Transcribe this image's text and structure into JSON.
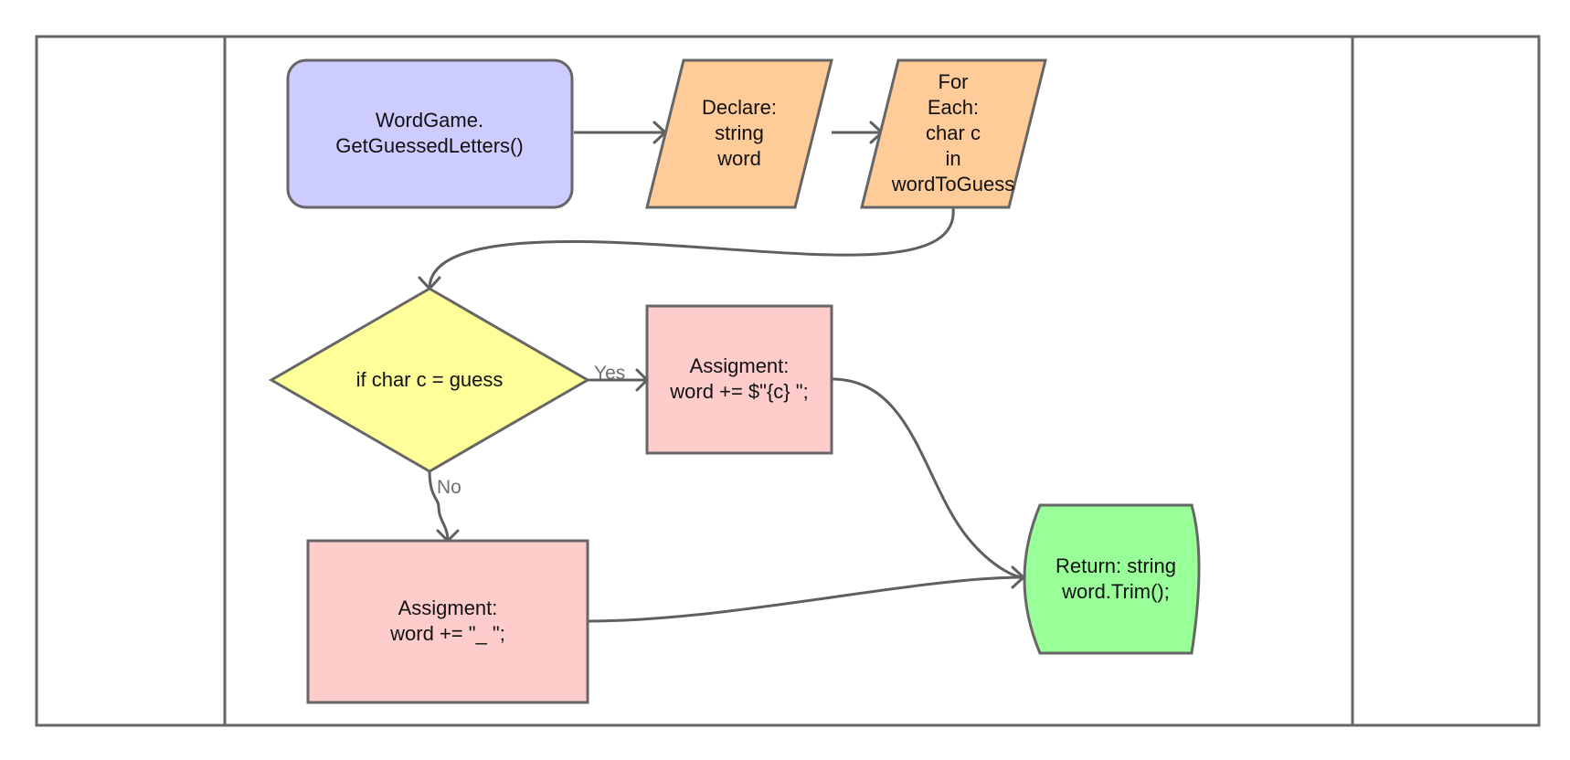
{
  "diagram": {
    "colors": {
      "start": "#ccccff",
      "io": "#ffcc99",
      "decision": "#ffff99",
      "process": "#ffcccc",
      "end": "#99ff99",
      "stroke": "#666666",
      "edge_label": "#707070"
    },
    "nodes": {
      "start": {
        "lines": [
          "WordGame.",
          "GetGuessedLetters()"
        ]
      },
      "declare": {
        "lines": [
          "Declare:",
          "string",
          "word"
        ]
      },
      "foreach": {
        "lines": [
          "For",
          "Each:",
          "char c",
          "in",
          "wordToGuess"
        ]
      },
      "decision": {
        "lines": [
          "if char c = guess"
        ]
      },
      "assign_yes": {
        "lines": [
          "Assigment:",
          "word += $\"{c} \";"
        ]
      },
      "assign_no": {
        "lines": [
          "Assigment:",
          "word += \"_ \";"
        ]
      },
      "return": {
        "lines": [
          "Return: string",
          "word.Trim();"
        ]
      }
    },
    "edge_labels": {
      "yes": "Yes",
      "no": "No"
    }
  }
}
